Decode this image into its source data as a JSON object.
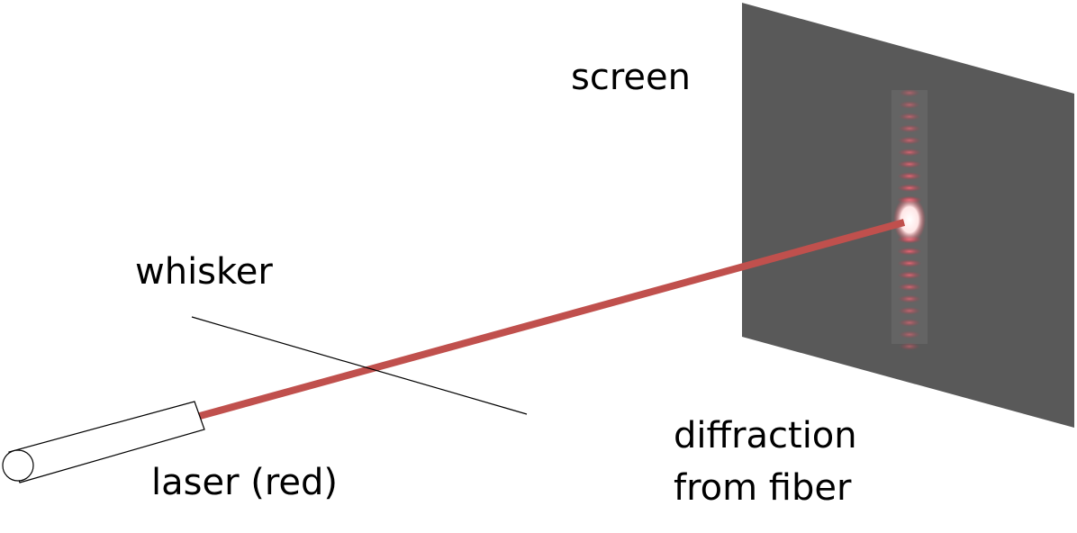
{
  "labels": {
    "screen": "screen",
    "whisker": "whisker",
    "laser": "laser (red)",
    "diffraction_line1": "diffraction",
    "diffraction_line2": "from fiber"
  },
  "colors": {
    "screen": "#595959",
    "beam": "#c0504d",
    "fringe": "#e0405a",
    "outline": "#000000",
    "background": "#ffffff"
  },
  "diffraction": {
    "fringe_count_each_side": 10
  }
}
